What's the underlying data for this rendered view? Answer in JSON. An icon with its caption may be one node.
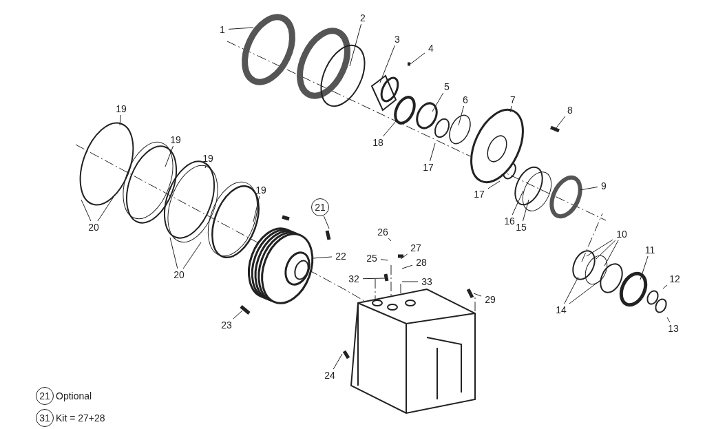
{
  "diagram": {
    "nodes": [
      {
        "text": [
          "1"
        ]
      },
      {
        "text": [
          "2"
        ]
      },
      {
        "text": [
          "3"
        ]
      },
      {
        "text": [
          "4"
        ]
      },
      {
        "text": [
          "19"
        ]
      },
      {
        "text": [
          "5"
        ]
      },
      {
        "text": [
          "6"
        ]
      },
      {
        "text": [
          "7"
        ]
      },
      {
        "text": [
          "8"
        ]
      },
      {
        "text": [
          "18"
        ]
      },
      {
        "text": [
          "19"
        ]
      },
      {
        "text": [
          "17"
        ]
      },
      {
        "text": [
          "19"
        ]
      },
      {
        "text": [
          "9"
        ]
      },
      {
        "text": [
          "17"
        ]
      },
      {
        "text": [
          "21"
        ]
      },
      {
        "text": [
          "19"
        ]
      },
      {
        "text": [
          "16"
        ]
      },
      {
        "text": [
          "15"
        ]
      },
      {
        "text": [
          "20"
        ]
      },
      {
        "text": [
          "26"
        ]
      },
      {
        "text": [
          "27"
        ]
      },
      {
        "text": [
          "10"
        ]
      },
      {
        "text": [
          "22"
        ]
      },
      {
        "text": [
          "25"
        ]
      },
      {
        "text": [
          "28"
        ]
      },
      {
        "text": [
          "11"
        ]
      },
      {
        "text": [
          "20"
        ]
      },
      {
        "text": [
          "32"
        ]
      },
      {
        "text": [
          "33"
        ]
      },
      {
        "text": [
          "12"
        ]
      },
      {
        "text": [
          "29"
        ]
      },
      {
        "text": [
          "14"
        ]
      },
      {
        "text": [
          "23"
        ]
      },
      {
        "text": [
          "13"
        ]
      },
      {
        "text": [
          "24"
        ]
      }
    ],
    "edges": [
      {
        "from": 0,
        "to": null,
        "arrow": "none"
      },
      {
        "from": 1,
        "to": null,
        "arrow": "none"
      },
      {
        "from": 2,
        "to": null,
        "arrow": "none"
      },
      {
        "from": 3,
        "to": null,
        "arrow": "none"
      },
      {
        "from": 4,
        "to": null,
        "arrow": "none"
      },
      {
        "from": 5,
        "to": null,
        "arrow": "none"
      },
      {
        "from": 6,
        "to": null,
        "arrow": "none"
      },
      {
        "from": 7,
        "to": null,
        "arrow": "none"
      },
      {
        "from": 8,
        "to": null,
        "arrow": "none"
      },
      {
        "from": 9,
        "to": null,
        "arrow": "none"
      },
      {
        "from": 10,
        "to": null,
        "arrow": "none"
      },
      {
        "from": 11,
        "to": null,
        "arrow": "none"
      },
      {
        "from": 12,
        "to": null,
        "arrow": "none"
      },
      {
        "from": 13,
        "to": null,
        "arrow": "none"
      },
      {
        "from": 14,
        "to": null,
        "arrow": "none"
      },
      {
        "from": 15,
        "to": null,
        "arrow": "none"
      },
      {
        "from": 16,
        "to": null,
        "arrow": "none"
      },
      {
        "from": 17,
        "to": null,
        "arrow": "none"
      },
      {
        "from": 18,
        "to": null,
        "arrow": "none"
      },
      {
        "from": 19,
        "to": null,
        "arrow": "none"
      },
      {
        "from": 19,
        "to": null,
        "arrow": "none"
      },
      {
        "from": 20,
        "to": null,
        "arrow": "none"
      },
      {
        "from": 21,
        "to": null,
        "arrow": "none"
      },
      {
        "from": 22,
        "to": null,
        "arrow": "none"
      },
      {
        "from": 22,
        "to": null,
        "arrow": "none"
      },
      {
        "from": 22,
        "to": null,
        "arrow": "none"
      },
      {
        "from": 23,
        "to": null,
        "arrow": "none"
      },
      {
        "from": 24,
        "to": null,
        "arrow": "none"
      },
      {
        "from": 25,
        "to": null,
        "arrow": "none"
      },
      {
        "from": 26,
        "to": null,
        "arrow": "none"
      },
      {
        "from": 27,
        "to": null,
        "arrow": "none"
      },
      {
        "from": 27,
        "to": null,
        "arrow": "none"
      },
      {
        "from": 28,
        "to": null,
        "arrow": "none"
      },
      {
        "from": 29,
        "to": null,
        "arrow": "none"
      },
      {
        "from": 30,
        "to": null,
        "arrow": "none"
      },
      {
        "from": 31,
        "to": null,
        "arrow": "none"
      },
      {
        "from": 32,
        "to": null,
        "arrow": "none"
      },
      {
        "from": 32,
        "to": null,
        "arrow": "none"
      },
      {
        "from": 33,
        "to": null,
        "arrow": "none"
      },
      {
        "from": 34,
        "to": null,
        "arrow": "none"
      },
      {
        "from": 35,
        "to": null,
        "arrow": "none"
      }
    ],
    "labels": [
      "21",
      "Optional",
      "31",
      "Kit = 27+28"
    ]
  }
}
